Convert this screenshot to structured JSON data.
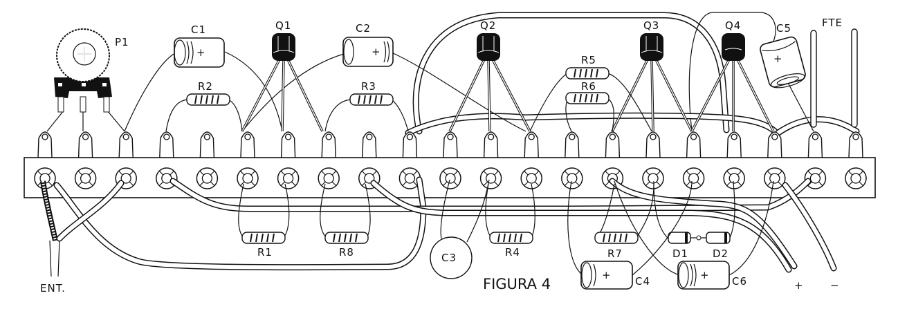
{
  "figure": {
    "title": "FIGURA 4",
    "background": "#ffffff",
    "ink": "#111111"
  },
  "terminal_strip": {
    "terminal_count": 21
  },
  "components": {
    "P1": {
      "label": "P1",
      "type": "trimmer-potentiometer"
    },
    "C1": {
      "label": "C1",
      "type": "electrolytic-capacitor",
      "polarity": "+"
    },
    "C2": {
      "label": "C2",
      "type": "electrolytic-capacitor",
      "polarity": "+"
    },
    "C3": {
      "label": "C3",
      "type": "ceramic-disc-capacitor"
    },
    "C4": {
      "label": "C4",
      "type": "electrolytic-capacitor",
      "polarity": "+"
    },
    "C5": {
      "label": "C5",
      "type": "electrolytic-capacitor",
      "polarity": "+"
    },
    "C6": {
      "label": "C6",
      "type": "electrolytic-capacitor",
      "polarity": "+"
    },
    "Q1": {
      "label": "Q1",
      "type": "transistor"
    },
    "Q2": {
      "label": "Q2",
      "type": "transistor"
    },
    "Q3": {
      "label": "Q3",
      "type": "transistor"
    },
    "Q4": {
      "label": "Q4",
      "type": "transistor"
    },
    "R1": {
      "label": "R1",
      "type": "resistor"
    },
    "R2": {
      "label": "R2",
      "type": "resistor"
    },
    "R3": {
      "label": "R3",
      "type": "resistor"
    },
    "R4": {
      "label": "R4",
      "type": "resistor"
    },
    "R5": {
      "label": "R5",
      "type": "resistor"
    },
    "R6": {
      "label": "R6",
      "type": "resistor"
    },
    "R7": {
      "label": "R7",
      "type": "resistor"
    },
    "R8": {
      "label": "R8",
      "type": "resistor"
    },
    "D1": {
      "label": "D1",
      "type": "diode"
    },
    "D2": {
      "label": "D2",
      "type": "diode"
    }
  },
  "connectors": {
    "input": {
      "label": "ENT."
    },
    "power": {
      "label": "FTE",
      "positive": "+",
      "negative": "−"
    }
  }
}
